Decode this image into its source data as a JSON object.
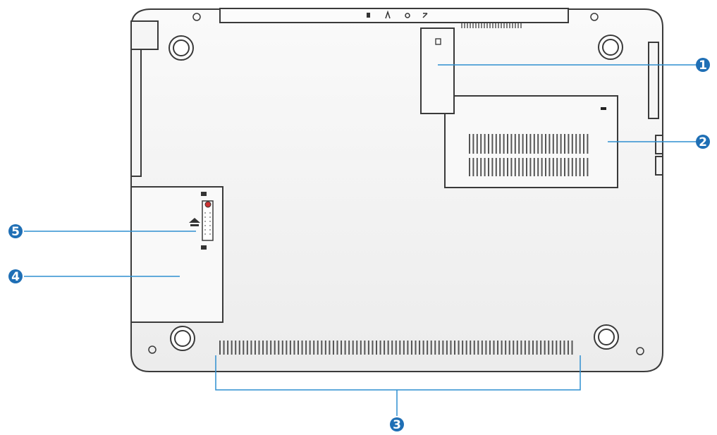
{
  "diagram": {
    "subject": "laptop-bottom-view",
    "colors": {
      "outline": "#3a3a3a",
      "body_fill": "#f2f2f2",
      "panel_fill": "#f7f7f7",
      "vent": "#555555",
      "callout_line": "#2f8fd0",
      "callout_fill": "#1f6fb5"
    },
    "callouts": [
      {
        "id": "callout-1",
        "number": "1"
      },
      {
        "id": "callout-2",
        "number": "2"
      },
      {
        "id": "callout-3",
        "number": "3"
      },
      {
        "id": "callout-4",
        "number": "4"
      },
      {
        "id": "callout-5",
        "number": "5"
      }
    ]
  }
}
